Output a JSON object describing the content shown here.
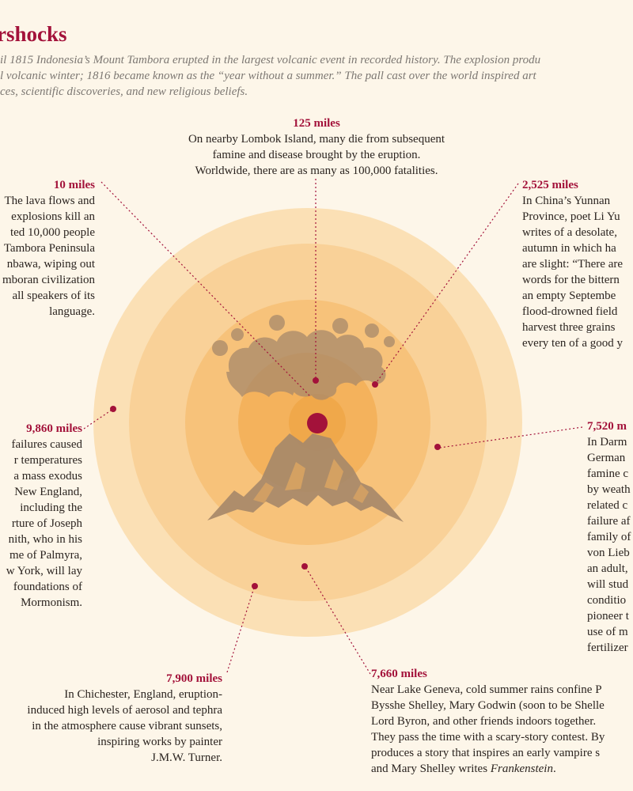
{
  "title": "rshocks",
  "intro": "il 1815 Indonesia’s Mount Tambora erupted in the largest volcanic event in recorded history. The explosion produ\nl volcanic winter; 1816 became known as the “year without a summer.” The pall cast over the world inspired art\nces, scientific discoveries, and new religious beliefs.",
  "colors": {
    "accent": "#a3123a",
    "ring_outer": "#fbe0b5",
    "ring_2": "#f9d198",
    "ring_3": "#f7c27a",
    "ring_4": "#f4b25c",
    "core": "#f0a84a",
    "silhouette": "#a8896a"
  },
  "icons": [
    "volcano-icon",
    "ash-cloud-icon",
    "eruption-center-icon"
  ],
  "callouts": {
    "c125": {
      "distance": "125 miles",
      "text": "On nearby Lombok Island, many die from subsequent\nfamine and disease brought by the eruption.\nWorldwide, there are as many as 100,000 fatalities."
    },
    "c10": {
      "distance": "10 miles",
      "text": "The lava flows and\n explosions kill an\nted 10,000 people\nTambora Peninsula\nnbawa, wiping out\nmboran civilization\nall speakers of its\nlanguage."
    },
    "c2525": {
      "distance": "2,525 miles",
      "text": "In China’s Yunnan\nProvince, poet Li Yu\nwrites of a desolate,\nautumn in which ha\nare slight: “There are\nwords for the bittern\nan empty Septembe\nflood-drowned field\nharvest three grains\nevery ten of a good y"
    },
    "c9860": {
      "distance": "9,860 miles",
      "text": " failures caused\nr temperatures\n a mass exodus\nNew England,\nincluding the\nrture of Joseph\nnith, who in his\nme of Palmyra,\nw York, will lay\nfoundations of\nMormonism."
    },
    "c7520": {
      "distance": "7,520 m",
      "text": "In Darm\nGerman\nfamine c\nby weath\nrelated c\nfailure af\nfamily of\nvon Lieb\nan adult,\nwill stud\nconditio\npioneer t\nuse of m\nfertilizer"
    },
    "c7900": {
      "distance": "7,900 miles",
      "text": "In Chichester, England, eruption-\ninduced high levels of aerosol and tephra\nin the atmosphere cause vibrant sunsets,\ninspiring works by painter\nJ.M.W. Turner."
    },
    "c7660": {
      "distance": "7,660 miles",
      "text": "Near Lake Geneva, cold summer rains confine P\nBysshe Shelley, Mary Godwin (soon to be Shelle\nLord Byron, and other friends indoors together.\nThey pass the time with a scary-story contest. By\nproduces a story that inspires an early vampire s\nand Mary Shelley writes ",
      "book": "Frankenstein",
      "end": "."
    }
  }
}
